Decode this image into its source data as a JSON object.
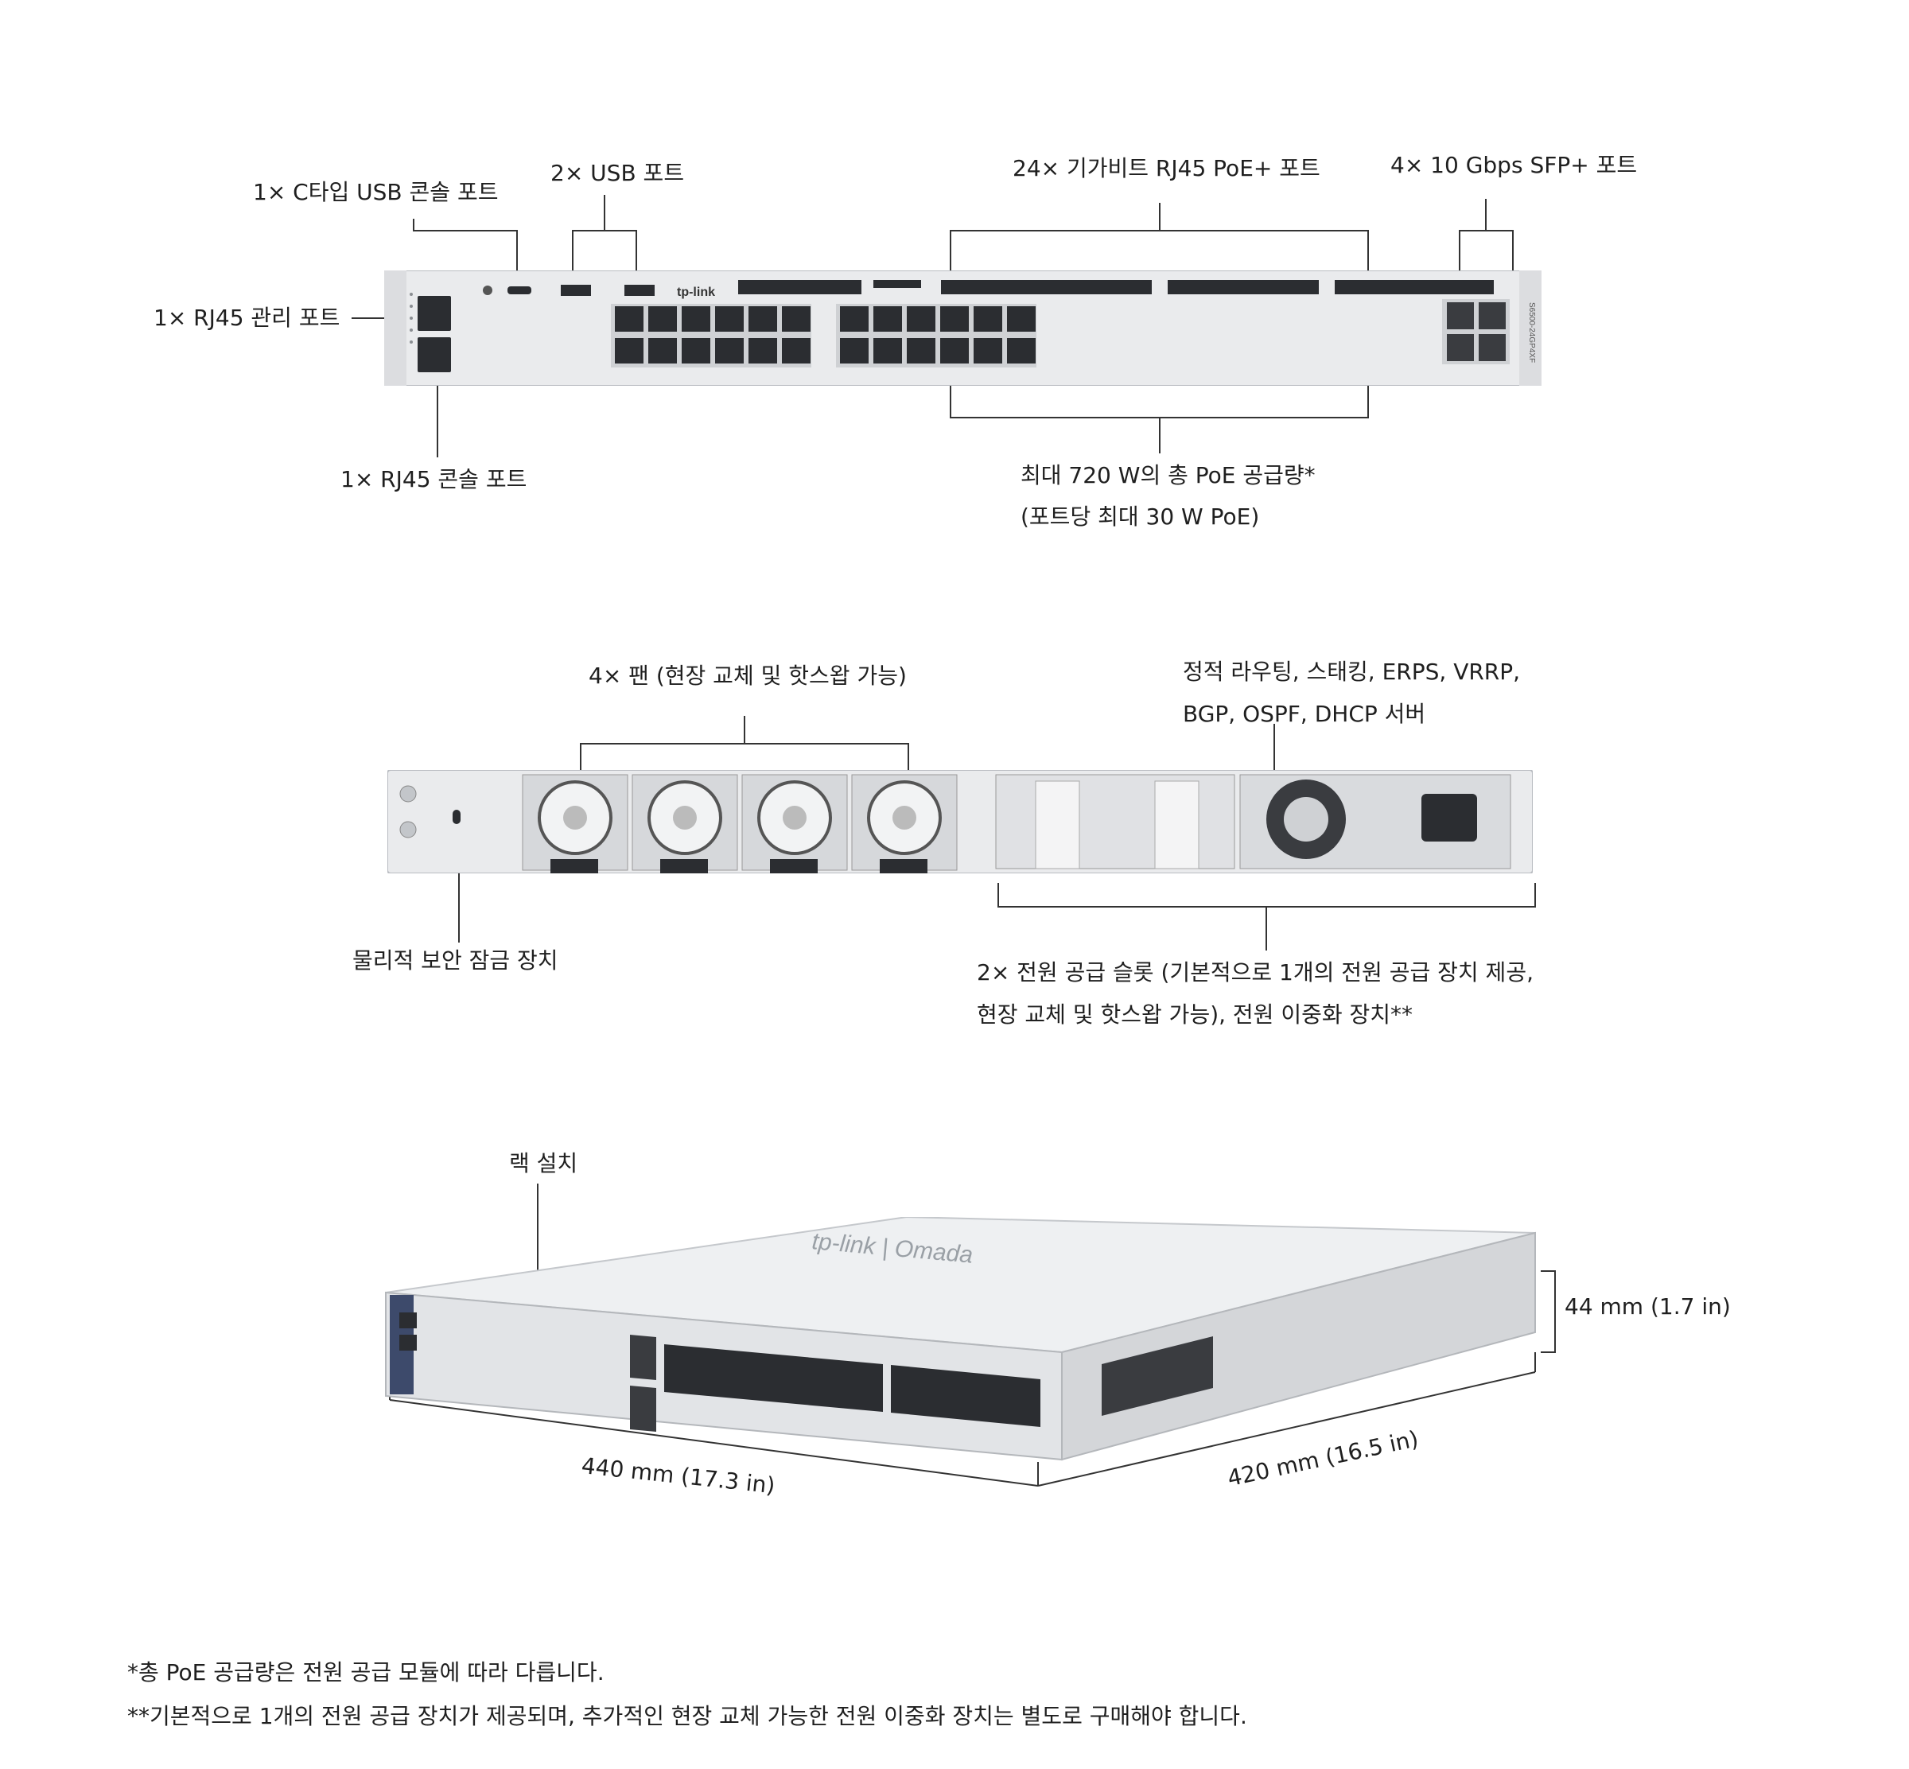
{
  "front": {
    "typec_console": "1× C타입 USB 콘솔 포트",
    "usb": "2× USB 포트",
    "rj45_poe": "24× 기가비트 RJ45 PoE+ 포트",
    "sfp": "4× 10 Gbps SFP+ 포트",
    "mgmt": "1× RJ45 관리 포트",
    "rj45_console": "1× RJ45 콘솔 포트",
    "poe_budget_line1": "최대 720 W의 총 PoE 공급량*",
    "poe_budget_line2": "(포트당 최대 30 W PoE)",
    "brand": "tp-link",
    "model": "S6500-24GP4XF"
  },
  "rear": {
    "fans": "4× 팬 (현장 교체 및 핫스왑 가능)",
    "features_line1": "정적 라우팅, 스태킹, ERPS, VRRP,",
    "features_line2": "BGP, OSPF, DHCP 서버",
    "lock": "물리적 보안 잠금 장치",
    "psu_line1": "2× 전원 공급 슬롯 (기본적으로 1개의 전원 공급 장치 제공,",
    "psu_line2": "현장 교체 및 핫스왑 가능), 전원 이중화 장치**"
  },
  "iso": {
    "rack": "랙 설치",
    "height": "44 mm (1.7 in)",
    "width": "440 mm (17.3 in)",
    "depth": "420 mm (16.5 in)",
    "brand": "tp-link | Omada"
  },
  "footnotes": {
    "f1": "*총 PoE 공급량은 전원 공급 모듈에 따라 다릅니다.",
    "f2": "**기본적으로 1개의 전원 공급 장치가 제공되며, 추가적인 현장 교체 가능한 전원 이중화 장치는 별도로 구매해야 합니다."
  },
  "colors": {
    "chassis": "#eaebed",
    "chassis_edge": "#b9bcc1",
    "port": "#2b2d31",
    "leader": "#333333"
  }
}
